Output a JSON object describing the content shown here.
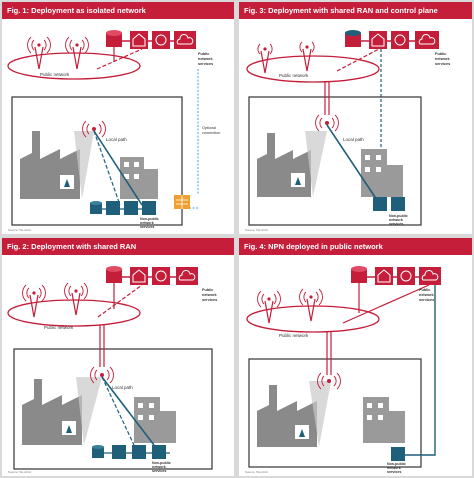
{
  "colors": {
    "accent_red": "#c41e3a",
    "teal": "#1f5f7a",
    "factory_gray": "#8a8a8a",
    "dashed_blue": "#4a9fd4"
  },
  "panels": [
    {
      "title": "Fig. 1: Deployment as isolated network",
      "labels": {
        "public_network": "Public network",
        "public_services": [
          "Public",
          "network",
          "services"
        ],
        "local_path": "Local path",
        "nonpublic_services": [
          "Non-public",
          "network",
          "services"
        ],
        "optional_connection": [
          "Optional",
          "connection"
        ]
      },
      "source": "Source: 5G-ACIA"
    },
    {
      "title": "Fig. 3: Deployment with shared RAN and control plane",
      "labels": {
        "public_network": "Public network",
        "public_services": [
          "Public",
          "network",
          "services"
        ],
        "local_path": "Local path",
        "nonpublic_services": [
          "Non-public",
          "network",
          "services"
        ]
      },
      "source": "Source: 5G-ACIA"
    },
    {
      "title": "Fig. 2: Deployment with shared RAN",
      "labels": {
        "public_network": "Public network",
        "public_services": [
          "Public",
          "network",
          "services"
        ],
        "local_path": "Local path",
        "nonpublic_services": [
          "Non-public",
          "network",
          "services"
        ]
      },
      "source": "Source: 5G-ACIA"
    },
    {
      "title": "Fig. 4: NPN deployed in public network",
      "labels": {
        "public_network": "Public network",
        "public_services": [
          "Public",
          "network",
          "services"
        ],
        "nonpublic_services": [
          "Non-public",
          "network",
          "services"
        ]
      },
      "source": "Source: 5G-ACIA"
    }
  ]
}
